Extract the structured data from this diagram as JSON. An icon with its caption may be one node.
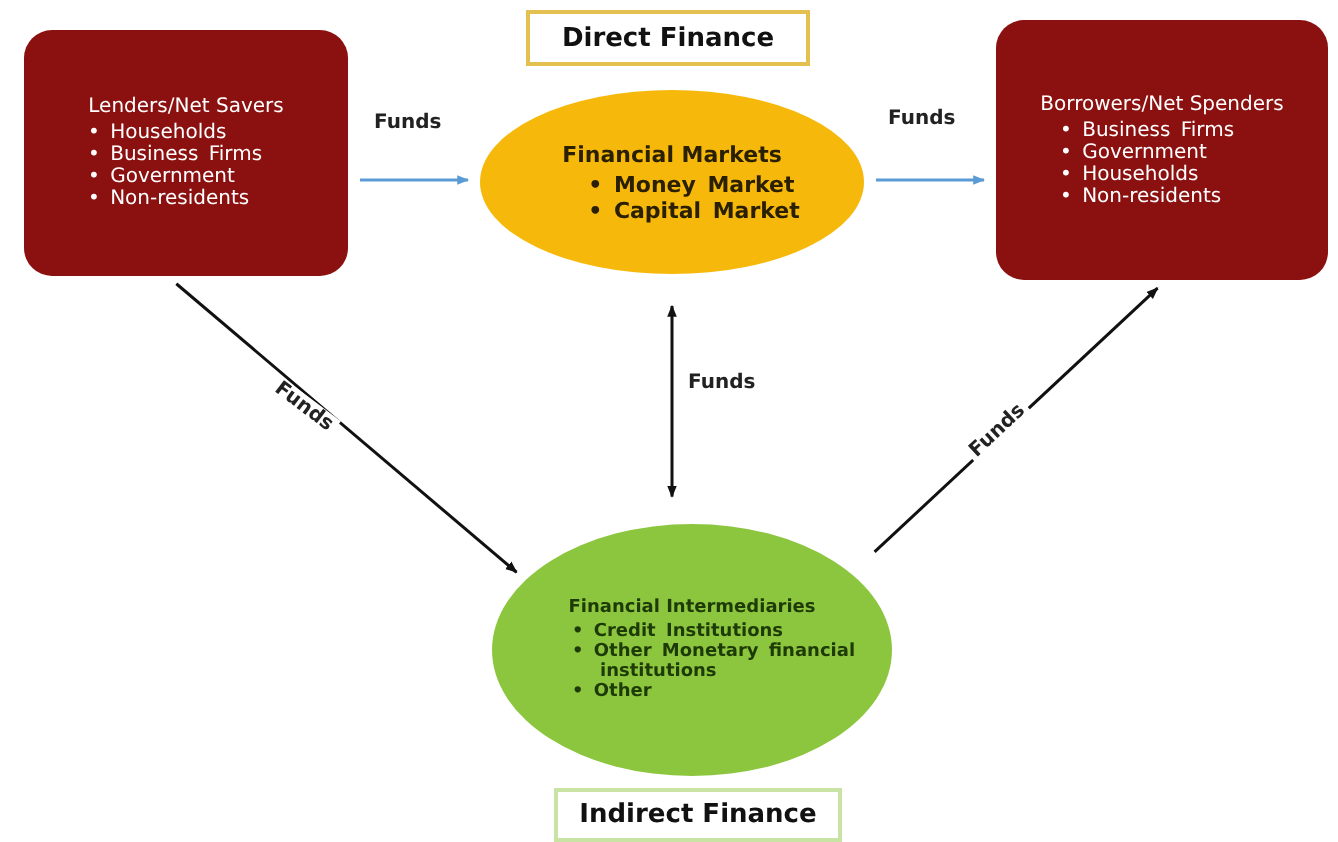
{
  "diagram": {
    "nodes": [
      {
        "text": [
          "Direct Finance"
        ]
      },
      {
        "text": [
          "Lenders/Net Savers",
          "• Households",
          "• Business Firms",
          "• Government",
          "• Non-residents"
        ]
      },
      {
        "text": [
          "Financial Markets",
          "• Money Market",
          "• Capital Market"
        ]
      },
      {
        "text": [
          "Borrowers/Net Spenders",
          "• Business Firms",
          "• Government",
          "• Households",
          "• Non-residents"
        ]
      },
      {
        "text": [
          "Financial Intermediaries",
          "• Credit Institutions",
          "• Other Monetary financial institutions",
          "• Other"
        ]
      },
      {
        "text": [
          "Indirect Finance"
        ]
      }
    ],
    "edges": [
      {
        "from": 1,
        "to": 2,
        "arrow": "to",
        "label": "Funds",
        "color": "#5b9bd5"
      },
      {
        "from": 2,
        "to": 3,
        "arrow": "to",
        "label": "Funds",
        "color": "#5b9bd5"
      },
      {
        "from": 2,
        "to": 4,
        "arrow": "both",
        "label": "Funds"
      },
      {
        "from": 1,
        "to": 4,
        "arrow": "to",
        "label": "Funds"
      },
      {
        "from": 4,
        "to": 3,
        "arrow": "to",
        "label": "Funds"
      }
    ]
  }
}
